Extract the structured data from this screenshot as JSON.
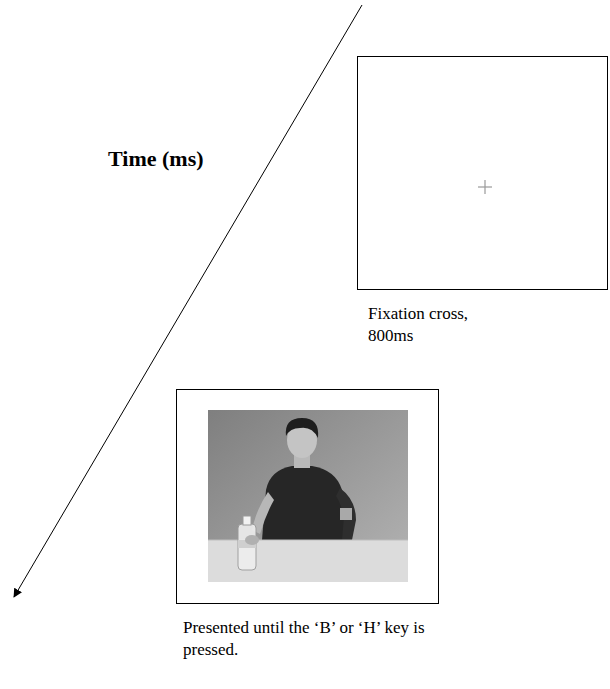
{
  "diagram": {
    "nodes": [
      {
        "text": [
          "Fixation cross, 800ms"
        ]
      },
      {
        "text": [
          "Presented until the ‘B’ or ‘H’ key is pressed."
        ]
      }
    ],
    "labels": [
      "Time (ms)"
    ]
  }
}
